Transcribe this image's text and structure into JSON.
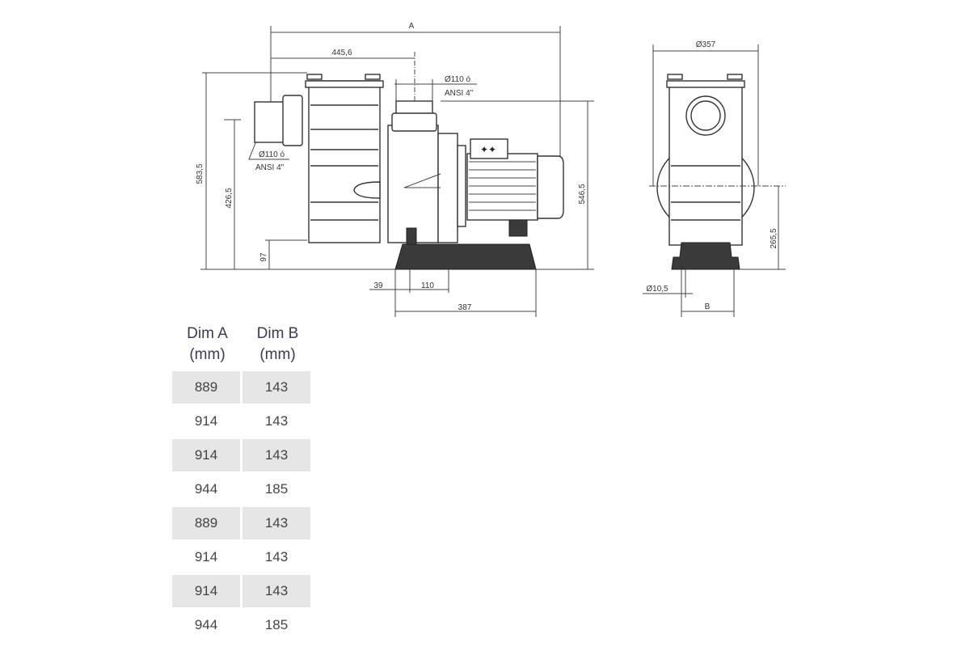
{
  "drawing": {
    "side_view": {
      "dim_a": "A",
      "dim_445": "445,6",
      "outlet_diameter": "Ø110 ó",
      "outlet_ansi": "ANSI 4\"",
      "inlet_diameter": "Ø110 ó",
      "inlet_ansi": "ANSI 4\"",
      "dim_583": "583,5",
      "dim_426": "426,5",
      "dim_97": "97",
      "dim_546": "546,5",
      "dim_39": "39",
      "dim_110": "110",
      "dim_387": "387"
    },
    "front_view": {
      "dim_357": "Ø357",
      "dim_265": "265,5",
      "dim_hole": "Ø10,5",
      "dim_b": "B"
    }
  },
  "table": {
    "headers": [
      {
        "line1": "Dim A",
        "line2": "(mm)"
      },
      {
        "line1": "Dim B",
        "line2": "(mm)"
      }
    ],
    "rows": [
      [
        "889",
        "143"
      ],
      [
        "914",
        "143"
      ],
      [
        "914",
        "143"
      ],
      [
        "944",
        "185"
      ],
      [
        "889",
        "143"
      ],
      [
        "914",
        "143"
      ],
      [
        "914",
        "143"
      ],
      [
        "944",
        "185"
      ]
    ]
  }
}
